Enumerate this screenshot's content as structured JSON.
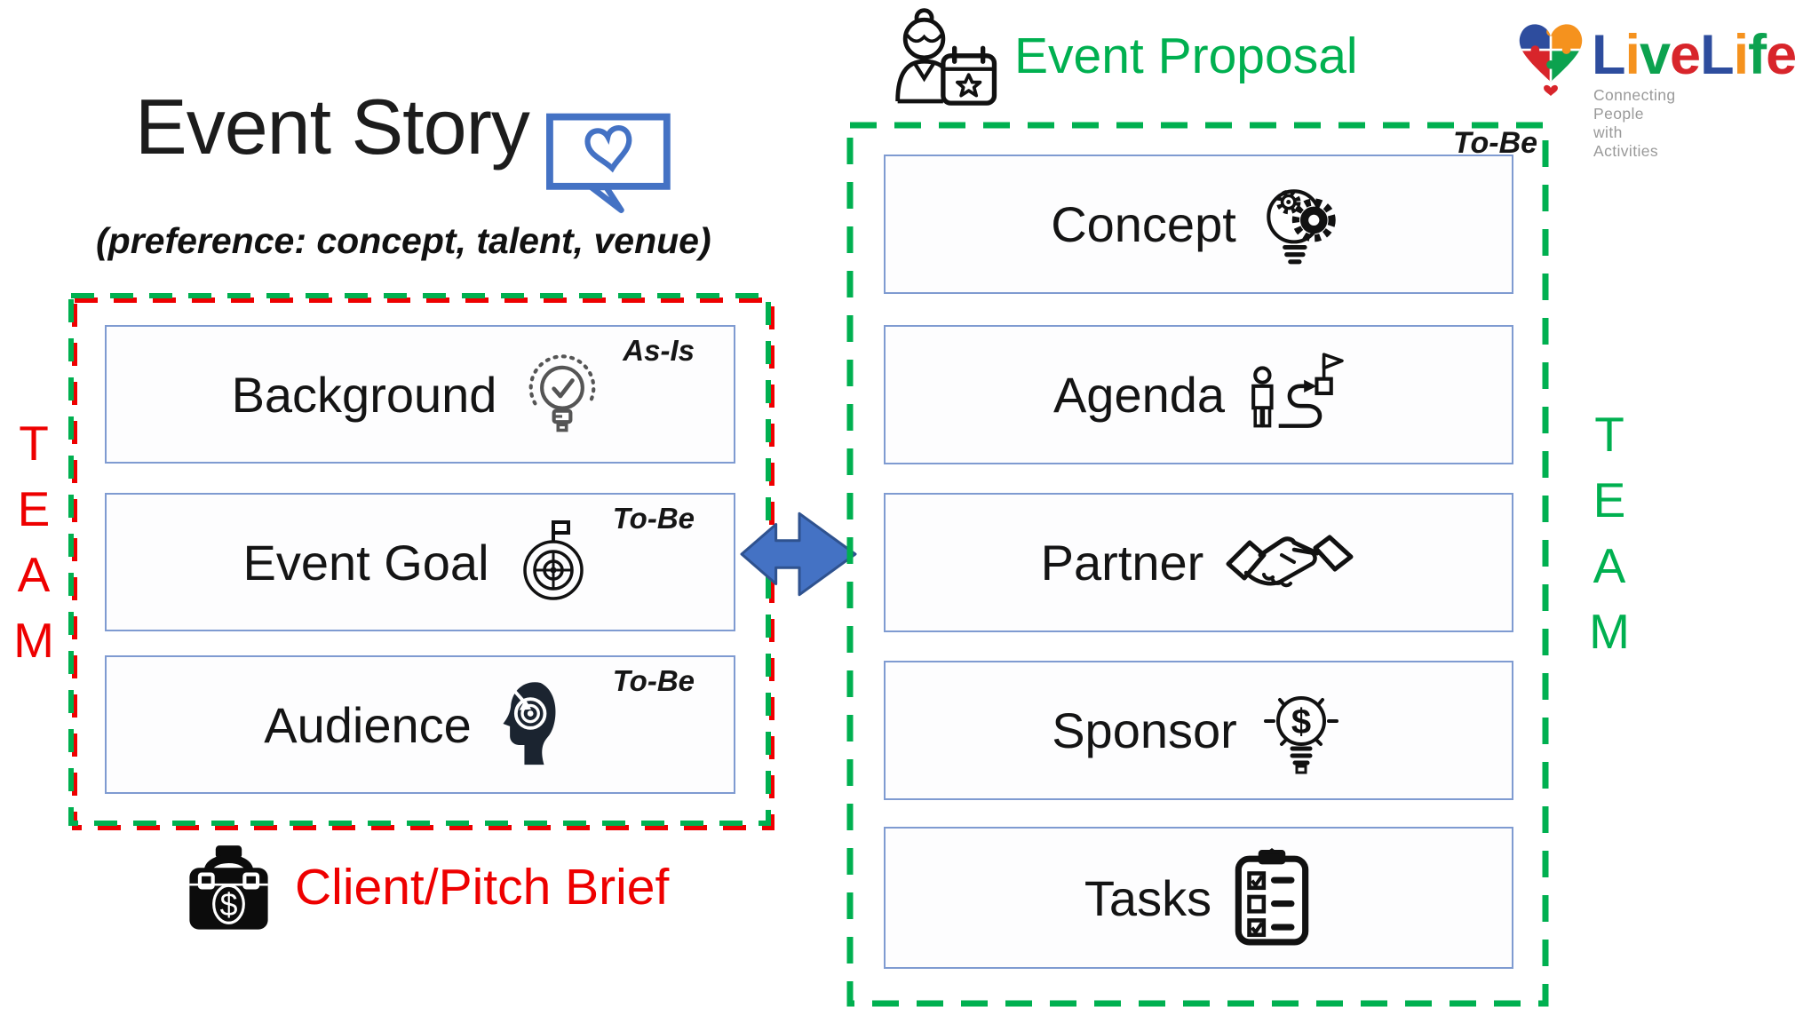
{
  "header": {
    "left_title": "Event Story",
    "left_subtitle": "(preference: concept, talent, venue)",
    "right_title": "Event Proposal"
  },
  "left_panel": {
    "team": "TEAM",
    "boxes": [
      {
        "label": "Background",
        "tag": "As-Is",
        "icon": "bulb-check-icon"
      },
      {
        "label": "Event Goal",
        "tag": "To-Be",
        "icon": "target-flag-icon"
      },
      {
        "label": "Audience",
        "tag": "To-Be",
        "icon": "head-target-icon"
      }
    ],
    "footer_label": "Client/Pitch Brief",
    "footer_icon": "briefcase-dollar-icon"
  },
  "right_panel": {
    "team": "TEAM",
    "tag": "To-Be",
    "boxes": [
      {
        "label": "Concept",
        "icon": "bulb-gears-icon"
      },
      {
        "label": "Agenda",
        "icon": "person-path-flag-icon"
      },
      {
        "label": "Partner",
        "icon": "handshake-icon"
      },
      {
        "label": "Sponsor",
        "icon": "bulb-dollar-icon"
      },
      {
        "label": "Tasks",
        "icon": "clipboard-checklist-icon"
      }
    ]
  },
  "logo": {
    "letters": [
      {
        "ch": "L",
        "color": "#2e4d9e"
      },
      {
        "ch": "i",
        "color": "#f5921e"
      },
      {
        "ch": "v",
        "color": "#0ca24f"
      },
      {
        "ch": "e",
        "color": "#d8252b"
      },
      {
        "ch": "L",
        "color": "#2e4d9e"
      },
      {
        "ch": "i",
        "color": "#f5921e"
      },
      {
        "ch": "f",
        "color": "#0ca24f"
      },
      {
        "ch": "e",
        "color": "#d8252b"
      }
    ],
    "tagline": "Connecting People with Activities"
  },
  "colors": {
    "accent_red": "#ee0000",
    "accent_green": "#00b050",
    "accent_blue": "#4472c4",
    "arrow_border": "#2f528f",
    "box_border": "#7f9bd1"
  }
}
